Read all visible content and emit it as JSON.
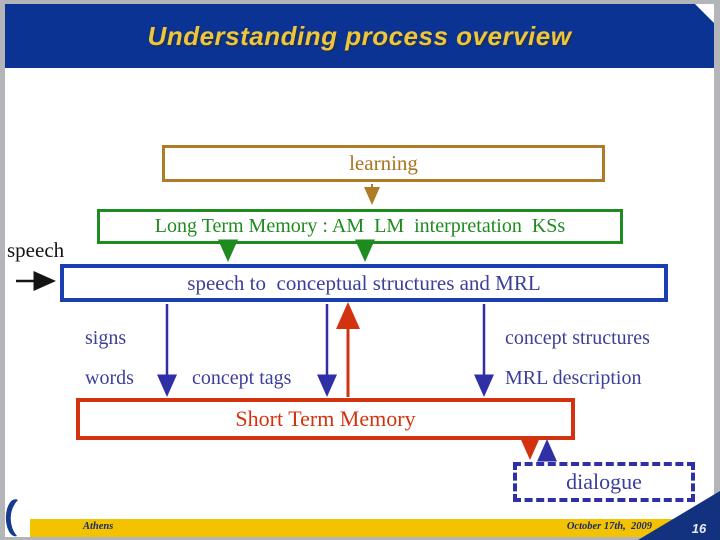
{
  "header": {
    "title": "Understanding process overview"
  },
  "diagram": {
    "learning_box": {
      "label": "learning"
    },
    "ltm_box": {
      "label": "Long Term Memory : AM  LM  interpretation  KSs"
    },
    "speech_label": "speech",
    "speech_box": {
      "label": "speech to  conceptual structures and MRL"
    },
    "labels": {
      "signs": "signs",
      "concept_structures": "concept structures",
      "words": "words",
      "concept_tags": "concept tags",
      "mrl_description": "MRL description"
    },
    "stm_box": {
      "label": "Short Term Memory"
    },
    "dialogue_box": {
      "label": "dialogue"
    },
    "edges": [
      {
        "from": "learning",
        "to": "long-term-memory",
        "color": "#AF7B26",
        "direction": "down"
      },
      {
        "from": "long-term-memory",
        "to": "speech-to-conceptual-structures",
        "color": "#1E8B1E",
        "direction": "down",
        "count": 2
      },
      {
        "from": "speech-input",
        "to": "speech-to-conceptual-structures",
        "color": "#141414",
        "direction": "right"
      },
      {
        "from": "speech-to-conceptual-structures",
        "to": "short-term-memory",
        "color": "#2F2FA6",
        "direction": "down",
        "count": 3
      },
      {
        "from": "short-term-memory",
        "to": "speech-to-conceptual-structures",
        "color": "#D2330E",
        "direction": "up"
      },
      {
        "from": "short-term-memory",
        "to": "dialogue",
        "color": "#D2330E",
        "direction": "down"
      },
      {
        "from": "dialogue",
        "to": "short-term-memory",
        "color": "#2F2FA6",
        "direction": "up"
      }
    ]
  },
  "footer": {
    "location": "Athens",
    "date": "October 17th,  2009",
    "page_number": "16"
  },
  "icons": {
    "logo": "crescent-moon-icon"
  },
  "colors": {
    "banner_blue": "#0B3394",
    "title_yellow": "#EDC63B",
    "learning_brown": "#AF7B26",
    "ltm_green": "#1E8B1E",
    "speech_box_border_blue": "#1C3FB0",
    "diagram_text_blue": "#3C3F99",
    "stm_red": "#D2330E",
    "dialogue_dash_blue": "#2F2FA6",
    "footer_gold": "#F3C200",
    "footer_navy_text": "#1B2A6B",
    "page_triangle_navy": "#12317E",
    "frame_gray": "#B4B5B9"
  }
}
